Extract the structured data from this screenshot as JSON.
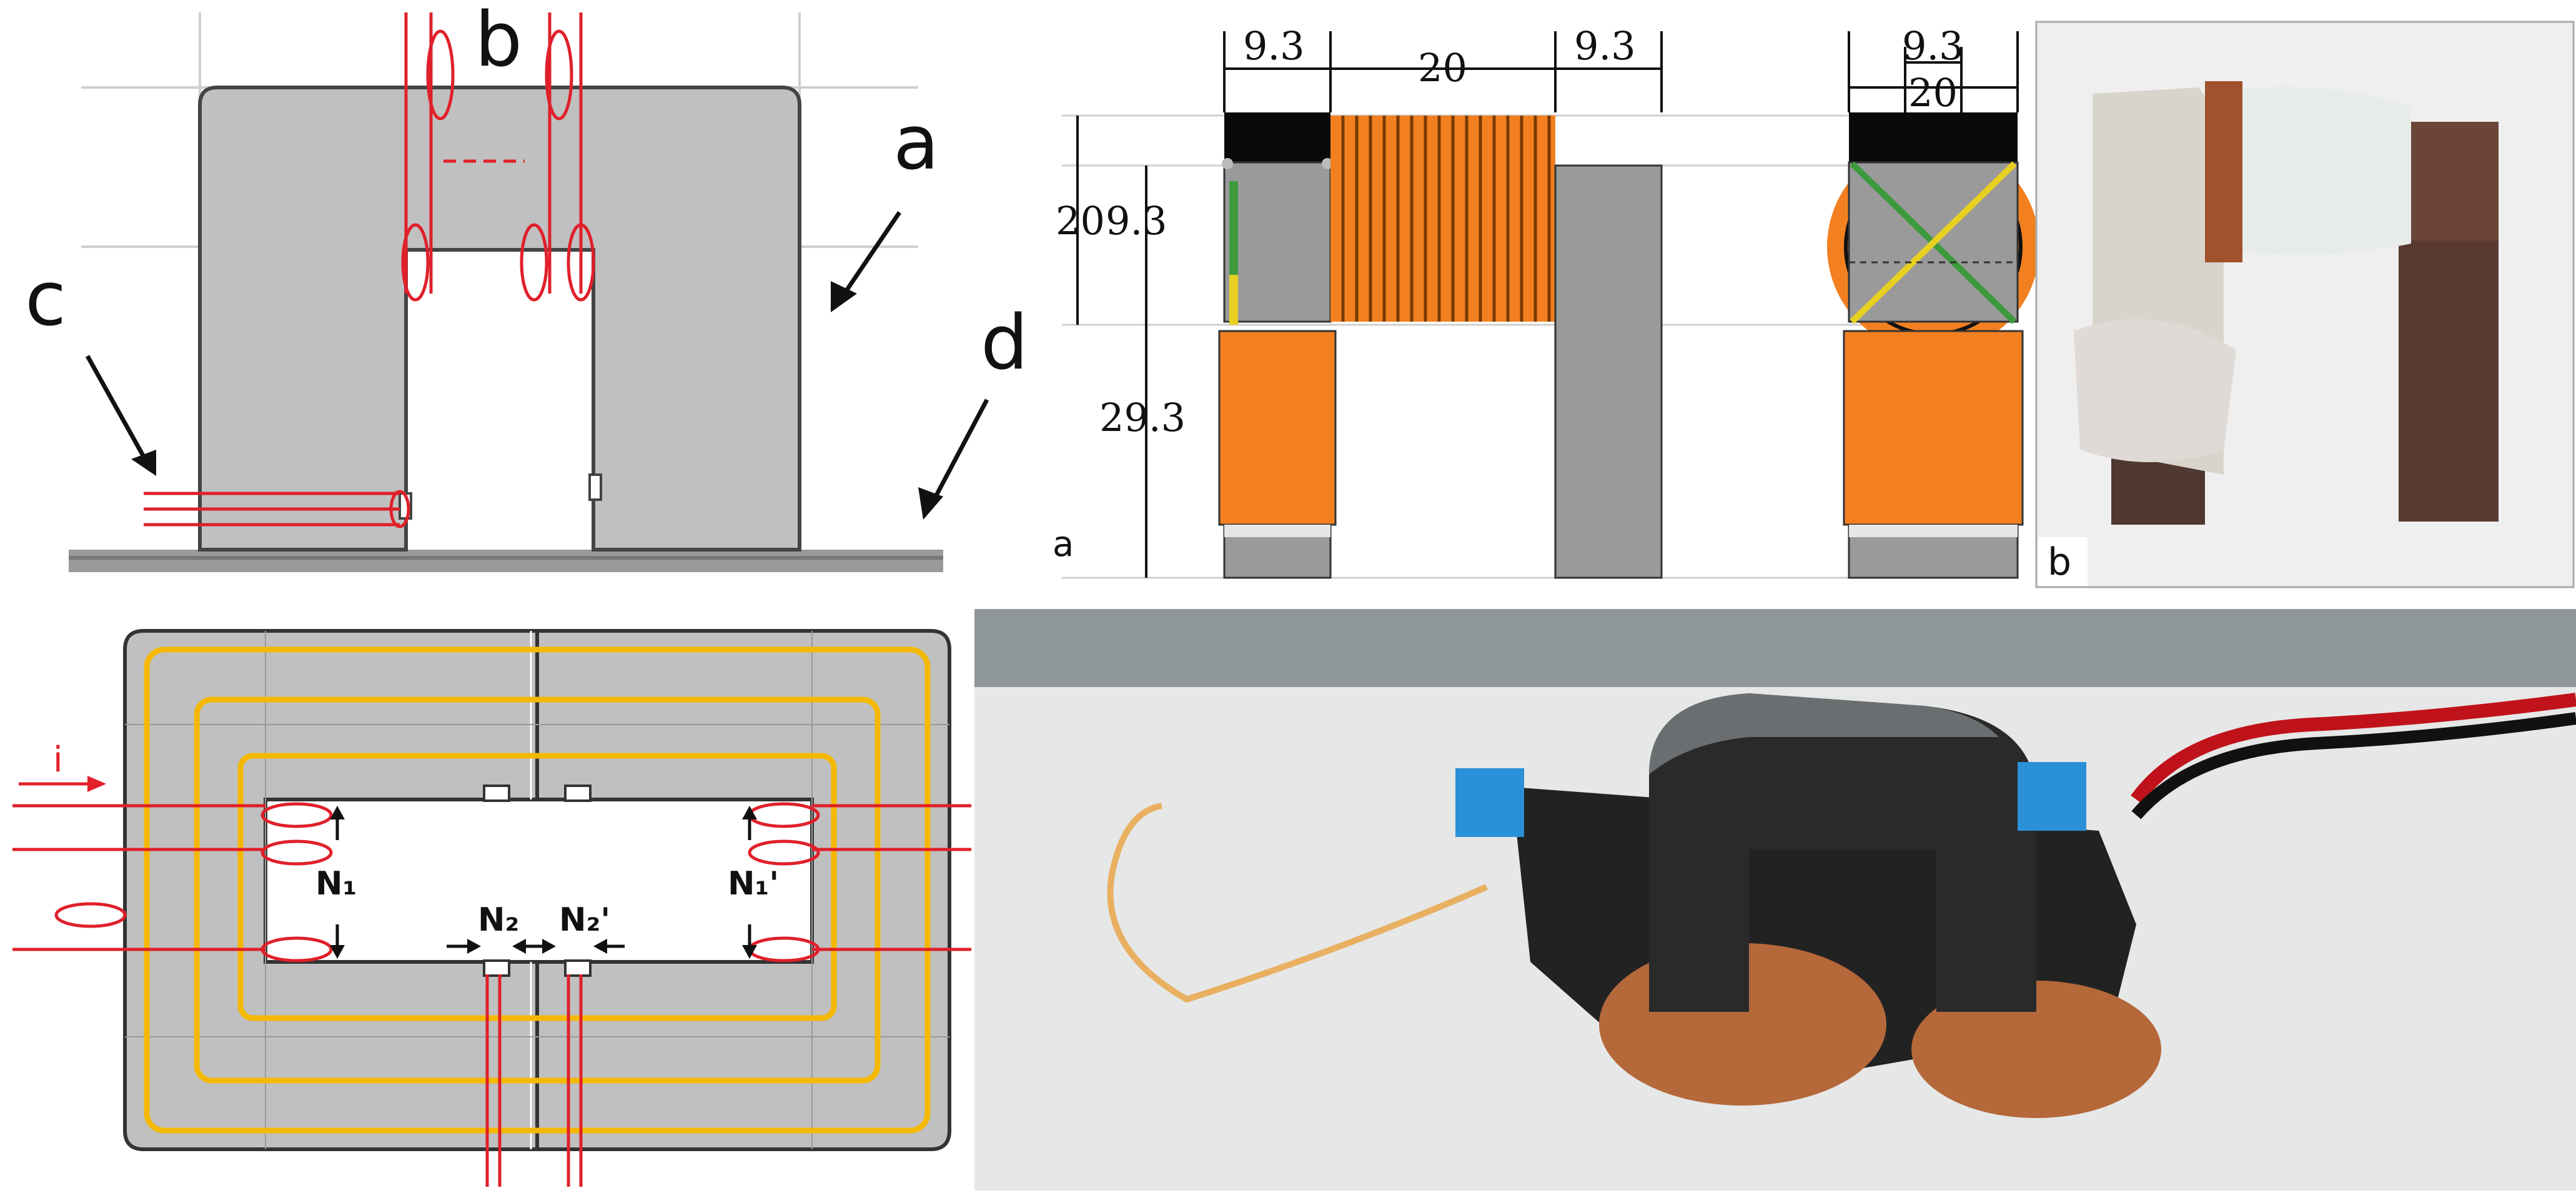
{
  "colors": {
    "core_gray": "#c0c0c0",
    "core_dark": "#9a9a9a",
    "winding_red": "#e0202a",
    "winding_orange": "#f28020",
    "flux_yellow": "#f5b800",
    "magnet_black": "#0a0a0a",
    "grid_line": "#cfcfcf"
  },
  "panel_core_sketch": {
    "label_a": "a",
    "label_b": "b",
    "label_c": "c",
    "label_d": "d"
  },
  "panel_dimensions": {
    "dim_left_width": "9.3",
    "dim_gap": "20",
    "dim_right_width": "9.3",
    "dim_side_width": "9.3",
    "dim_side_total": "20",
    "dim_height_top": "20",
    "dim_height_inner": "9.3",
    "dim_height_lower": "29.3",
    "panel_label": "a"
  },
  "panel_photo_small": {
    "panel_label": "b"
  },
  "panel_flux_diagram": {
    "current_label": "i",
    "n1_left": "N₁",
    "n1_right": "N₁'",
    "n2_left": "N₂",
    "n2_right": "N₂'"
  },
  "panel_photo_large": {}
}
